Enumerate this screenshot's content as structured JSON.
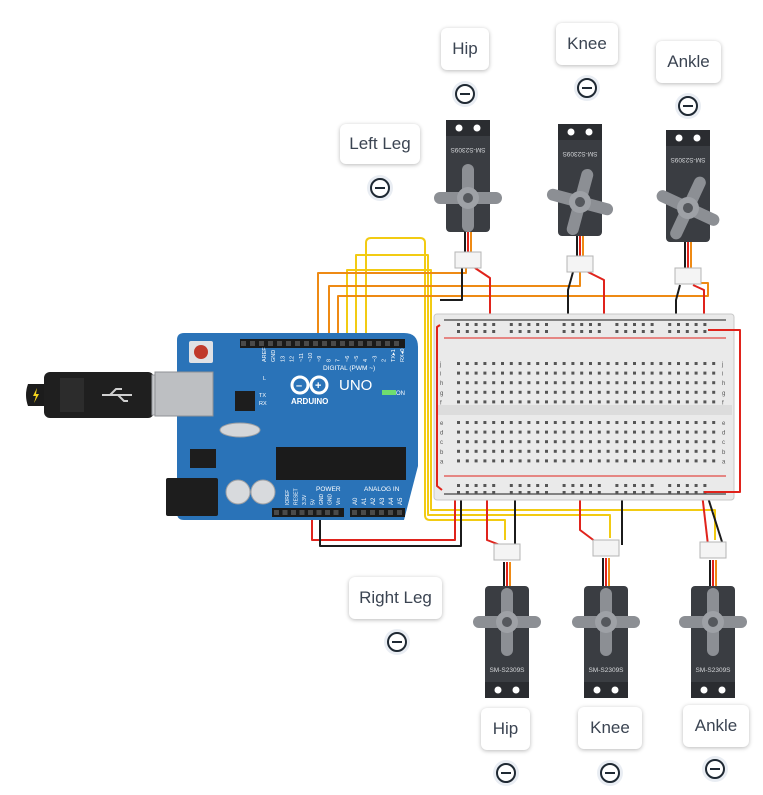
{
  "annotations": [
    {
      "id": "left-leg",
      "text": "Left Leg"
    },
    {
      "id": "hip-top",
      "text": "Hip"
    },
    {
      "id": "knee-top",
      "text": "Knee"
    },
    {
      "id": "ankle-top",
      "text": "Ankle"
    },
    {
      "id": "right-leg",
      "text": "Right Leg"
    },
    {
      "id": "hip-bottom",
      "text": "Hip"
    },
    {
      "id": "knee-bottom",
      "text": "Knee"
    },
    {
      "id": "ankle-bottom",
      "text": "Ankle"
    }
  ],
  "arduino": {
    "brand": "ARDUINO",
    "model": "UNO",
    "digital_label": "DIGITAL (PWM ~)",
    "power_label": "POWER",
    "analog_label": "ANALOG IN",
    "on_label": "ON",
    "led_l": "L",
    "led_tx": "TX",
    "led_rx": "RX",
    "digital_pins": [
      "AREF",
      "GND",
      "13",
      "12",
      "~11",
      "~10",
      "~9",
      "8",
      "7",
      "~6",
      "~5",
      "4",
      "~3",
      "2",
      "TX▸1",
      "RX◂0"
    ],
    "power_pins": [
      "IOREF",
      "RESET",
      "3.3V",
      "5V",
      "GND",
      "GND",
      "Vin"
    ],
    "analog_pins": [
      "A0",
      "A1",
      "A2",
      "A3",
      "A4",
      "A5"
    ]
  },
  "servo_model": "SM-S2309S",
  "breadboard": {
    "rows_top": [
      "j",
      "i",
      "h",
      "g",
      "f"
    ],
    "rows_bottom": [
      "e",
      "d",
      "c",
      "b",
      "a"
    ],
    "columns": 30
  },
  "colors": {
    "board": "#2a73b8",
    "wire_red": "#e0231c",
    "wire_black": "#1b1b1b",
    "wire_yellow": "#f2cb13",
    "wire_orange": "#ee8a14",
    "servo_body": "#3a3d42",
    "servo_horn": "#8c8f94"
  }
}
